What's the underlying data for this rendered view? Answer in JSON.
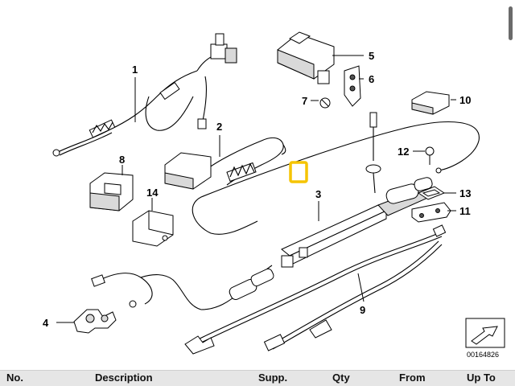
{
  "diagram": {
    "reference_id": "00164826",
    "callouts": [
      "1",
      "2",
      "3",
      "4",
      "5",
      "6",
      "7",
      "8",
      "9",
      "10",
      "11",
      "12",
      "13",
      "14"
    ]
  },
  "table_header": {
    "columns": [
      "No.",
      "Description",
      "Supp.",
      "Qty",
      "From",
      "Up To"
    ]
  },
  "colors": {
    "highlight": "#f5c400",
    "table_bg": "#e6e6e6"
  }
}
